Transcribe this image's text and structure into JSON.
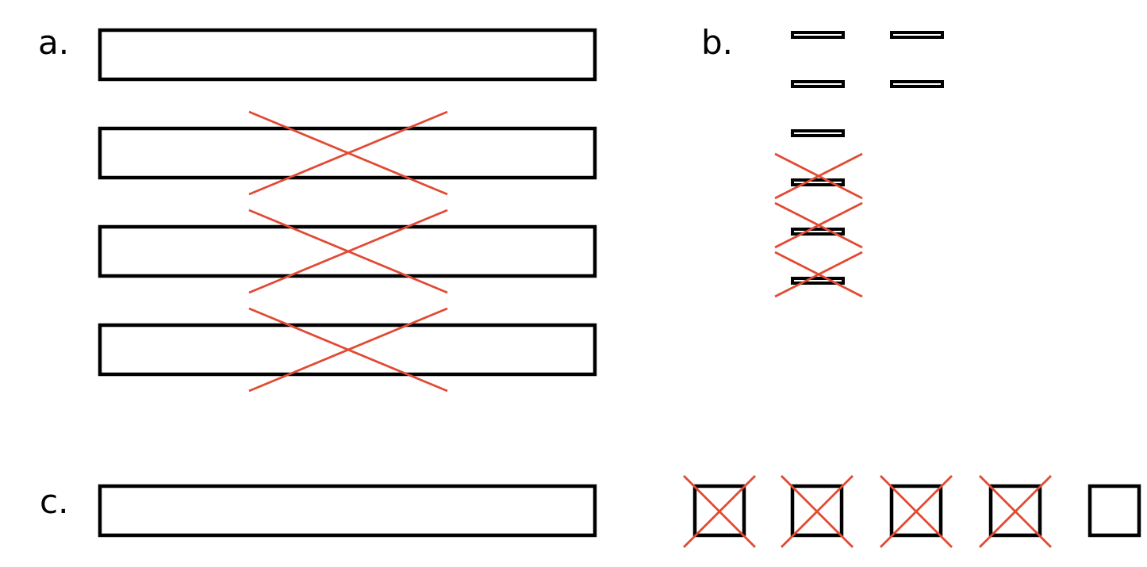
{
  "colors": {
    "outline": "#000000",
    "cross": "#e24a33",
    "background": "#ffffff"
  },
  "panels": {
    "a": {
      "label": "a.",
      "items": [
        {
          "crossed": false
        },
        {
          "crossed": true
        },
        {
          "crossed": true
        },
        {
          "crossed": true
        }
      ]
    },
    "b": {
      "label": "b.",
      "items": [
        {
          "crossed": false
        },
        {
          "crossed": false
        },
        {
          "crossed": false
        },
        {
          "crossed": false
        },
        {
          "crossed": false
        },
        {
          "crossed": true
        },
        {
          "crossed": true
        },
        {
          "crossed": true
        }
      ]
    },
    "c": {
      "label": "c.",
      "bar": {
        "crossed": false
      },
      "squares": [
        {
          "crossed": true
        },
        {
          "crossed": true
        },
        {
          "crossed": true
        },
        {
          "crossed": true
        },
        {
          "crossed": false
        }
      ]
    }
  }
}
